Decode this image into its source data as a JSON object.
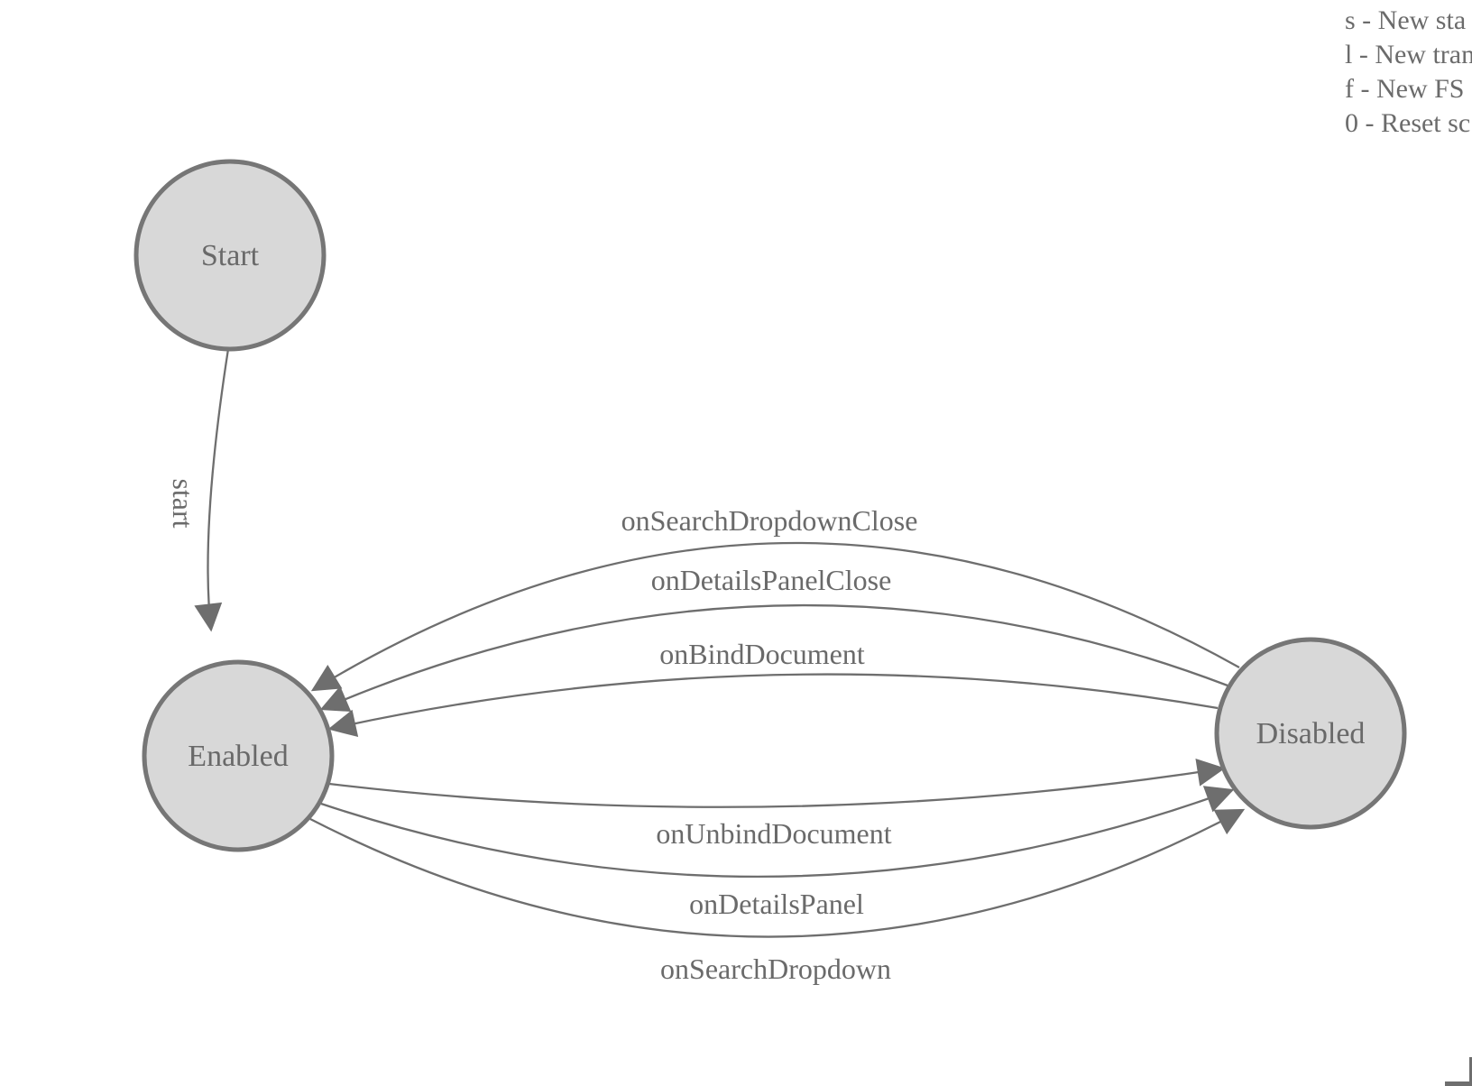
{
  "diagram": {
    "nodes": [
      {
        "id": "start",
        "label": "Start"
      },
      {
        "id": "enabled",
        "label": "Enabled"
      },
      {
        "id": "disabled",
        "label": "Disabled"
      }
    ],
    "edges": [
      {
        "id": "start",
        "label": "start",
        "from": "Start",
        "to": "Enabled"
      },
      {
        "id": "onSearchDropdownClose",
        "label": "onSearchDropdownClose",
        "from": "Disabled",
        "to": "Enabled"
      },
      {
        "id": "onDetailsPanelClose",
        "label": "onDetailsPanelClose",
        "from": "Disabled",
        "to": "Enabled"
      },
      {
        "id": "onBindDocument",
        "label": "onBindDocument",
        "from": "Disabled",
        "to": "Enabled"
      },
      {
        "id": "onUnbindDocument",
        "label": "onUnbindDocument",
        "from": "Enabled",
        "to": "Disabled"
      },
      {
        "id": "onDetailsPanel",
        "label": "onDetailsPanel",
        "from": "Enabled",
        "to": "Disabled"
      },
      {
        "id": "onSearchDropdown",
        "label": "onSearchDropdown",
        "from": "Enabled",
        "to": "Disabled"
      }
    ]
  },
  "legend": {
    "lines": [
      "s - New sta",
      "l - New tran",
      "f - New FS",
      "0 - Reset sc"
    ]
  },
  "colors": {
    "node_fill": "#d8d8d8",
    "node_stroke": "#767676",
    "edge": "#6e6e6e",
    "label_text": "#6a6a6a",
    "legend_text": "#6b6b6b",
    "background": "#ffffff"
  }
}
